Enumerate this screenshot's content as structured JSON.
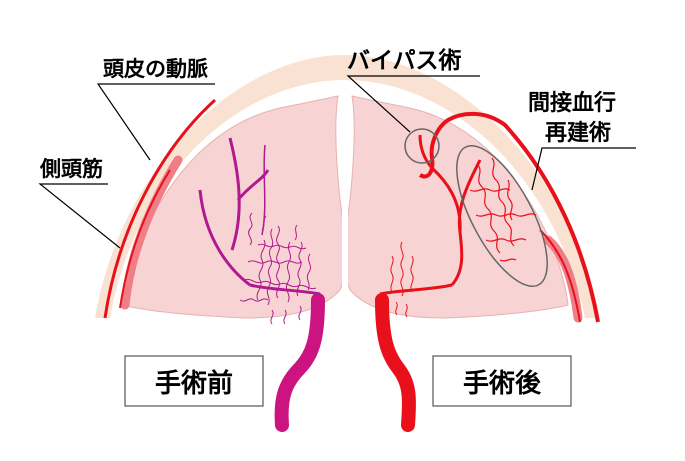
{
  "labels": {
    "scalp_artery": "頭皮の動脈",
    "temporal_muscle": "側頭筋",
    "bypass": "バイパス術",
    "indirect_line1": "間接血行",
    "indirect_line2": "再建術",
    "before": "手術前",
    "after": "手術後"
  },
  "colors": {
    "scalp": "#f9e2d2",
    "brain": "#f8d3d3",
    "brain_outline": "#e6b1b1",
    "artery_red": "#e8101a",
    "muscle_pink": "#f07e86",
    "before_magenta": "#b01a8f",
    "before_trunk": "#cc1480",
    "oval_stroke": "#666666"
  }
}
